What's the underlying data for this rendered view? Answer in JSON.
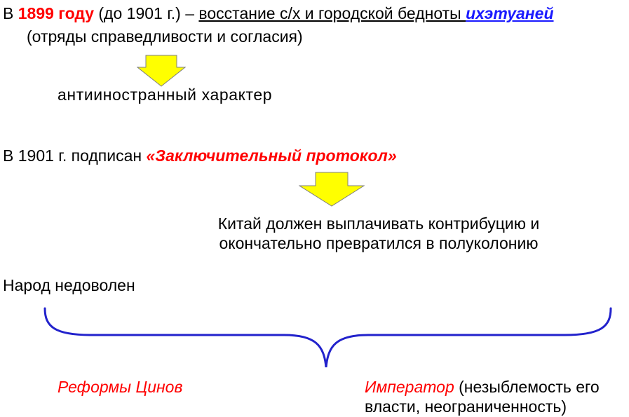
{
  "line1": {
    "prefix": "В ",
    "year": "1899 году",
    "paren": " (до 1901 г.) – ",
    "uprising": "восстание с/х и городской бедноты ",
    "yihetuan": "ихэтуаней"
  },
  "line2": "(отряды справедливости и согласия)",
  "character": "антииностранный характер",
  "protocol": {
    "prefix": "В 1901 г. подписан ",
    "name": "«Заключительный протокол»"
  },
  "consequence": "Китай должен выплачивать контрибуцию и окончательно превратился в полуколонию",
  "people": "Народ недоволен",
  "reforms": "Реформы Цинов",
  "emperor": {
    "label": "Император",
    "rest": " (незыблемость его",
    "line2": "власти, неограниченность)"
  },
  "colors": {
    "accent_red": "#ff0000",
    "accent_blue": "#1a1aff",
    "arrow_fill": "#ffff00",
    "brace": "#2222cc"
  },
  "icons": [
    "down-arrow-icon",
    "down-arrow-icon",
    "curly-brace"
  ]
}
